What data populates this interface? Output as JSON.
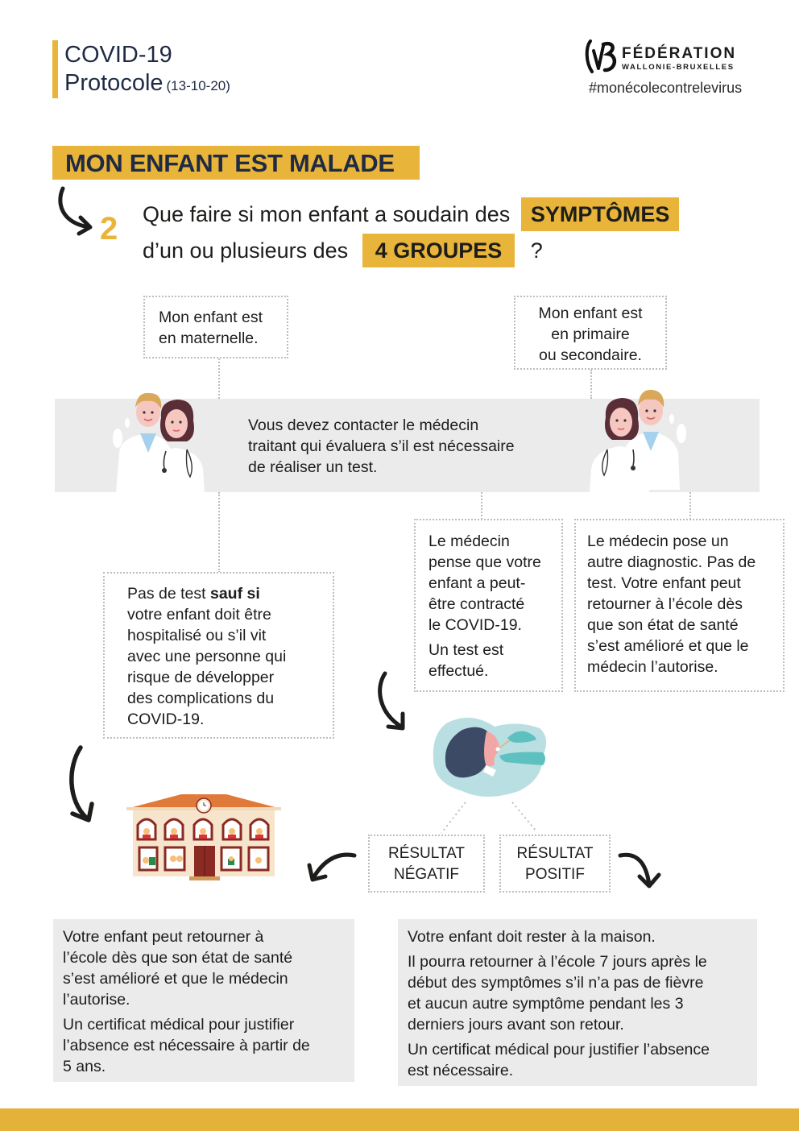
{
  "header": {
    "title": "COVID-19",
    "subtitle": "Protocole",
    "date": "(13-10-20)",
    "accent_color": "#e8b43a"
  },
  "logo": {
    "line1": "FÉDÉRATION",
    "line2": "WALLONIE-BRUXELLES",
    "hashtag": "#monécolecontrelevirus"
  },
  "title": {
    "main": "MON ENFANT EST MALADE",
    "step_number": "2",
    "question_part1": "Que faire si mon enfant a soudain des",
    "question_highlight1": "SYMPTÔMES",
    "question_part2": "d’un ou plusieurs des",
    "question_highlight2": "4 GROUPES",
    "question_end": "?"
  },
  "flow": {
    "maternelle": {
      "line1": "Mon enfant est",
      "line2": "en maternelle."
    },
    "primaire": {
      "line1": "Mon enfant est",
      "line2": "en primaire",
      "line3": "ou secondaire."
    },
    "contact_doctor": {
      "line1": "Vous devez contacter le médecin",
      "line2": "traitant qui évaluera s’il est nécessaire",
      "line3": "de réaliser un test."
    },
    "no_test": {
      "prefix": "Pas de test ",
      "bold": "sauf si",
      "lines": [
        "votre enfant doit être",
        "hospitalisé ou s’il vit",
        "avec une personne qui",
        "risque de développer",
        "des complications du",
        "COVID-19."
      ]
    },
    "suspected": {
      "lines": [
        "Le médecin",
        "pense que votre",
        "enfant a peut-",
        "être contracté",
        "le COVID-19."
      ],
      "lines2": [
        "Un test est",
        "effectué."
      ]
    },
    "other_diagnosis": {
      "lines": [
        "Le médecin pose un",
        "autre diagnostic. Pas de",
        "test. Votre enfant peut",
        "retourner à l’école dès",
        "que son état de santé",
        "s’est amélioré et que le",
        "médecin l’autorise."
      ]
    },
    "result_negative": {
      "line1": "RÉSULTAT",
      "line2": "NÉGATIF"
    },
    "result_positive": {
      "line1": "RÉSULTAT",
      "line2": "POSITIF"
    }
  },
  "outcomes": {
    "negative": {
      "para1": [
        "Votre enfant peut retourner à",
        "l’école dès que son état de santé",
        "s’est amélioré et que le médecin",
        "l’autorise."
      ],
      "para2": [
        "Un certificat médical pour justifier",
        "l’absence est nécessaire à partir de",
        "5 ans."
      ]
    },
    "positive": {
      "para1": [
        "Votre enfant doit rester à la maison."
      ],
      "para2": [
        "Il pourra retourner à l’école 7 jours après le",
        "début des symptômes s’il n’a pas de fièvre",
        "et aucun autre symptôme pendant les 3",
        "derniers jours avant son retour."
      ],
      "para3": [
        "Un certificat médical pour justifier l’absence",
        "est nécessaire."
      ]
    }
  },
  "icons": {
    "step_arrow": "curved-arrow-icon",
    "doctors_left": "doctors-illustration",
    "doctors_right": "doctors-illustration",
    "test_swab": "swab-test-illustration",
    "school": "school-building-illustration"
  }
}
